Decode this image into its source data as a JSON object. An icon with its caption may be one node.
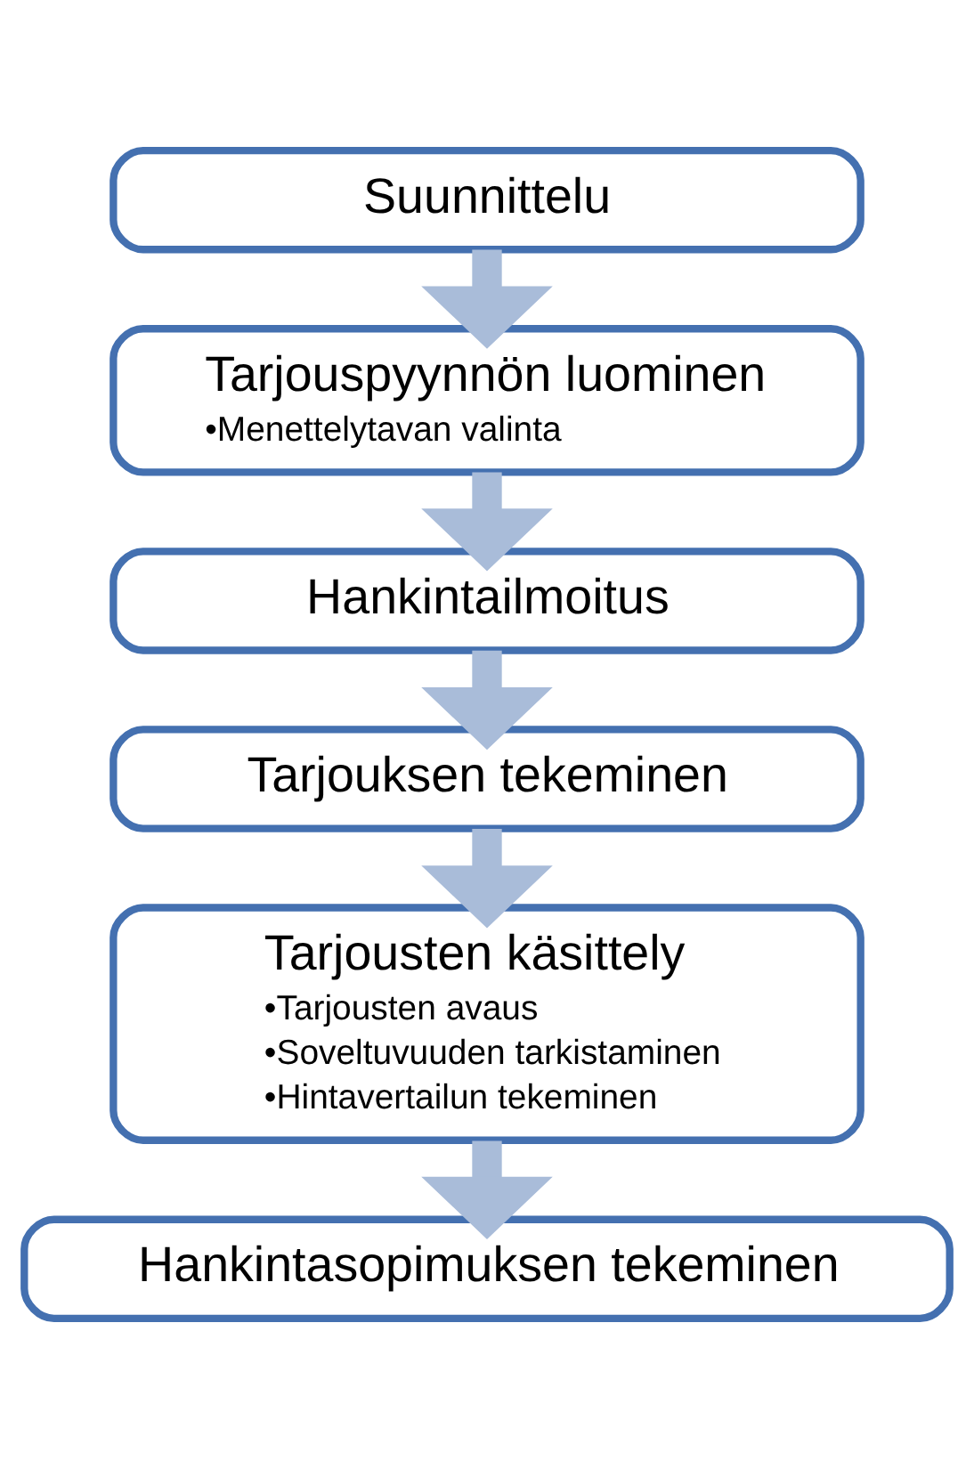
{
  "diagram": {
    "nodes": [
      {
        "text": [
          "Suunnittelu"
        ]
      },
      {
        "text": [
          "Tarjouspyynnön luominen",
          "•Menettelytavan valinta"
        ]
      },
      {
        "text": [
          "Hankintailmoitus"
        ]
      },
      {
        "text": [
          "Tarjouksen tekeminen"
        ]
      },
      {
        "text": [
          "Tarjousten käsittely",
          "•Tarjousten avaus",
          "•Soveltuvuuden tarkistaminen",
          "•Hintavertailun tekeminen"
        ]
      },
      {
        "text": [
          "Hankintasopimuksen tekeminen"
        ]
      }
    ],
    "edges": [
      {
        "from": 0,
        "to": 1,
        "arrow": "to"
      },
      {
        "from": 1,
        "to": 2,
        "arrow": "to"
      },
      {
        "from": 2,
        "to": 3,
        "arrow": "to"
      },
      {
        "from": 3,
        "to": 4,
        "arrow": "to"
      },
      {
        "from": 4,
        "to": 5,
        "arrow": "to"
      }
    ]
  }
}
